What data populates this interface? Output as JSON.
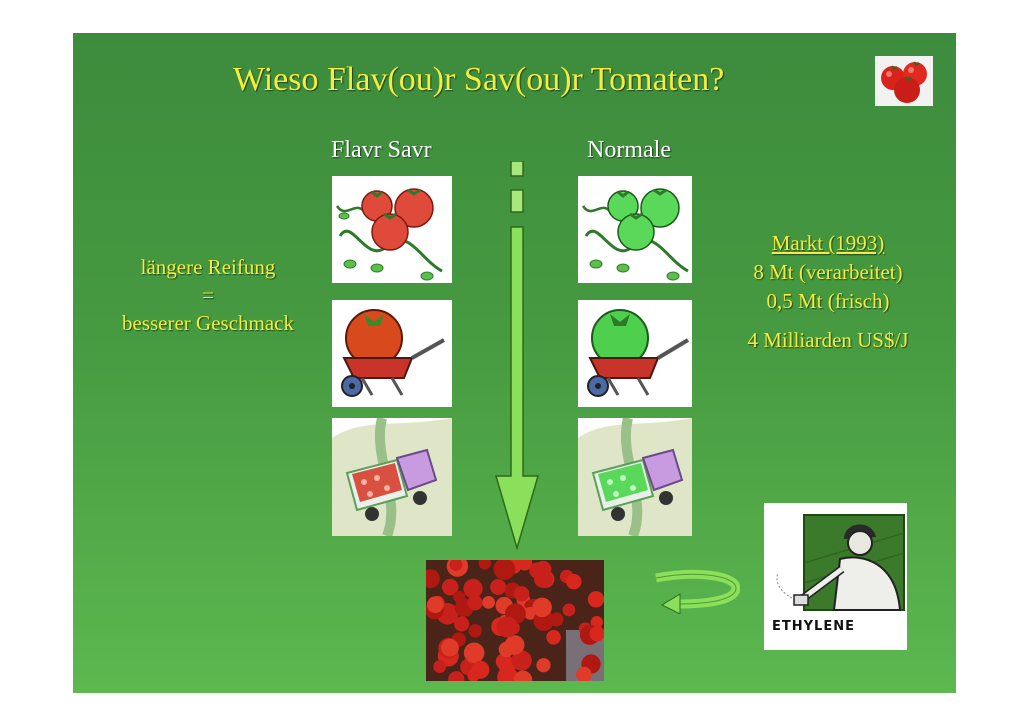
{
  "slide": {
    "title": "Wieso Flav(ou)r Sav(ou)r Tomaten?",
    "columns": {
      "flavr_savr": "Flavr Savr",
      "normale": "Normale"
    },
    "benefit": {
      "line1": "längere Reifung",
      "line2": "=",
      "line3": "besserer Geschmack"
    },
    "market": {
      "heading": "Markt (1993)",
      "processed": "8 Mt (verarbeitet)",
      "fresh": "0,5 Mt (frisch)",
      "revenue": "4 Milliarden US$/J"
    },
    "ethylene_label": "ETHYLENE"
  },
  "colors": {
    "background_green": "#469a40",
    "title_yellow": "#f3ee3b",
    "text_white": "#ffffff",
    "ripe_tomato": "#e04a3a",
    "unripe_tomato": "#5ad85a",
    "arrow_green": "#8ae05a"
  },
  "icons": [
    "tomato-vine-icon",
    "wheelbarrow-icon",
    "truck-icon",
    "down-arrow-icon",
    "cycle-arrow-icon",
    "worker-spray-icon"
  ]
}
